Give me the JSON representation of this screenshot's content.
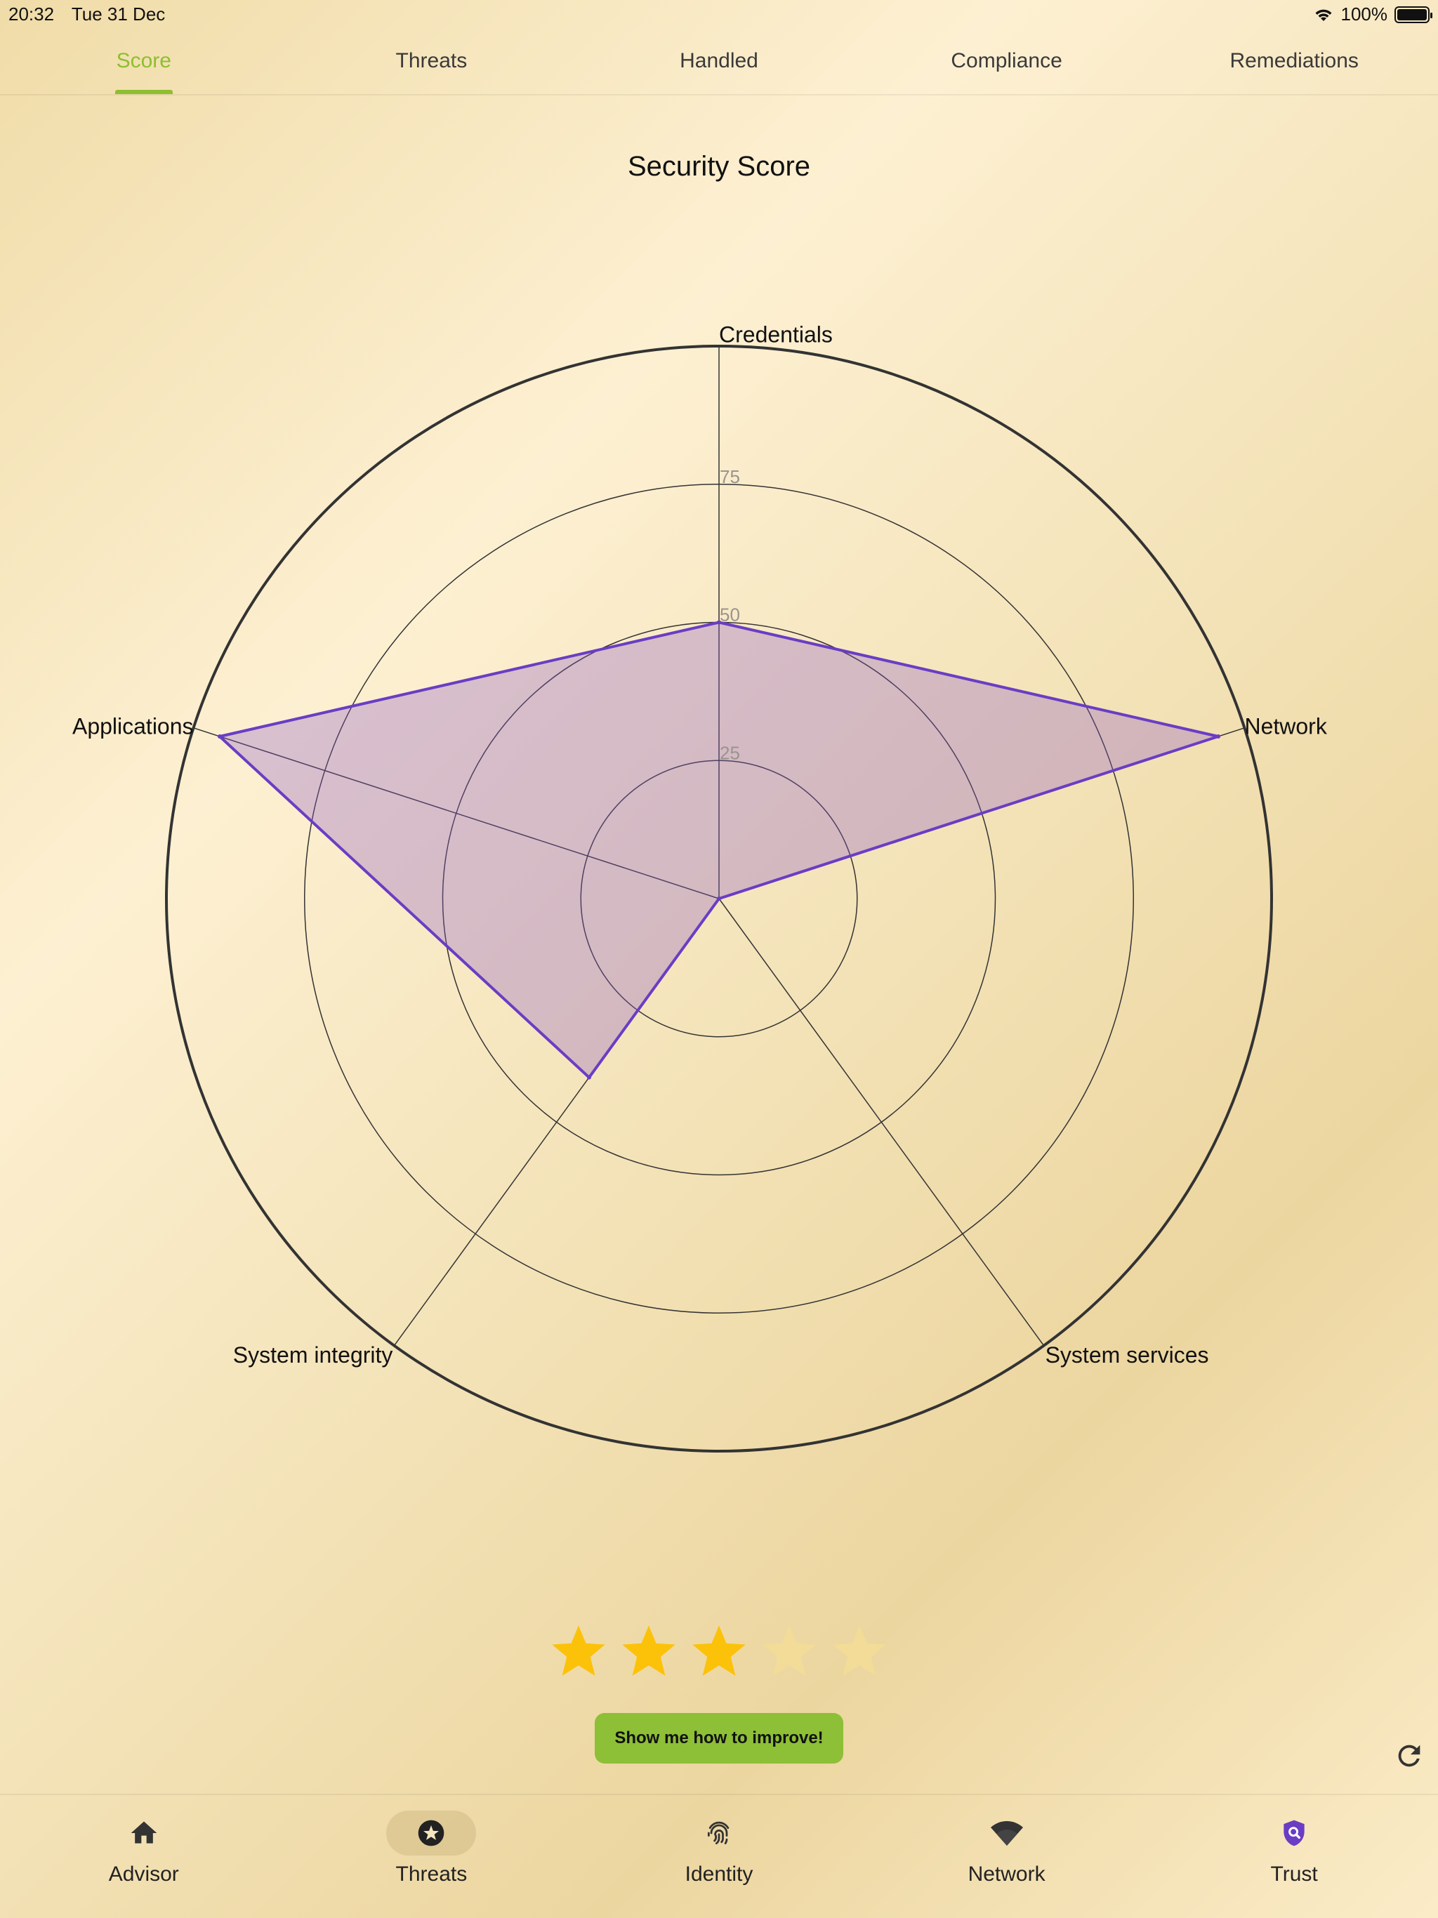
{
  "status_bar": {
    "time": "20:32",
    "date": "Tue 31 Dec",
    "battery": "100%"
  },
  "top_tabs": [
    {
      "label": "Score",
      "active": true
    },
    {
      "label": "Threats",
      "active": false
    },
    {
      "label": "Handled",
      "active": false
    },
    {
      "label": "Compliance",
      "active": false
    },
    {
      "label": "Remediations",
      "active": false
    }
  ],
  "chart_data": {
    "type": "radar",
    "title": "Security Score",
    "axes": [
      "Credentials",
      "Network",
      "System services",
      "System integrity",
      "Applications"
    ],
    "values": [
      50,
      95,
      0,
      40,
      95
    ],
    "rmax": 100,
    "ticks": [
      25,
      50,
      75
    ],
    "series_color": "#6a3dc4"
  },
  "rating": {
    "stars_filled": 3,
    "stars_total": 5,
    "filled_color": "#fcc20a",
    "empty_color": "#f2dc98"
  },
  "improve_button": {
    "label": "Show me how to improve!"
  },
  "refresh_icon": "refresh-icon",
  "bottom_nav": [
    {
      "label": "Advisor",
      "icon": "home-icon",
      "selected": false
    },
    {
      "label": "Threats",
      "icon": "star-badge-icon",
      "selected": true
    },
    {
      "label": "Identity",
      "icon": "fingerprint-icon",
      "selected": false
    },
    {
      "label": "Network",
      "icon": "wifi-icon",
      "selected": false
    },
    {
      "label": "Trust",
      "icon": "shield-search-icon",
      "selected": false
    }
  ],
  "colors": {
    "accent_green": "#8dbf2f",
    "button_green": "#8dbf37",
    "trust_purple": "#6a3dc4"
  }
}
